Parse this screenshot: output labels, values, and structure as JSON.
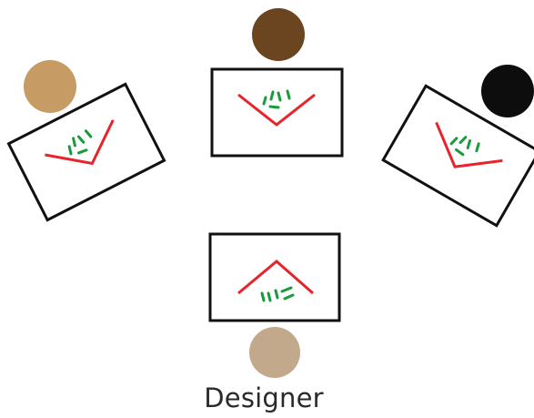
{
  "caption": "Designer",
  "colors": {
    "background": "#ffffff",
    "frame": "#111111",
    "v_line": "#e8232b",
    "dashes": "#1a9a3a"
  },
  "people": [
    {
      "name": "person-top",
      "color": "#6b4520"
    },
    {
      "name": "person-left",
      "color": "#c79b64"
    },
    {
      "name": "person-right",
      "color": "#0d0d0d"
    },
    {
      "name": "designer",
      "color": "#c3a98b"
    }
  ]
}
